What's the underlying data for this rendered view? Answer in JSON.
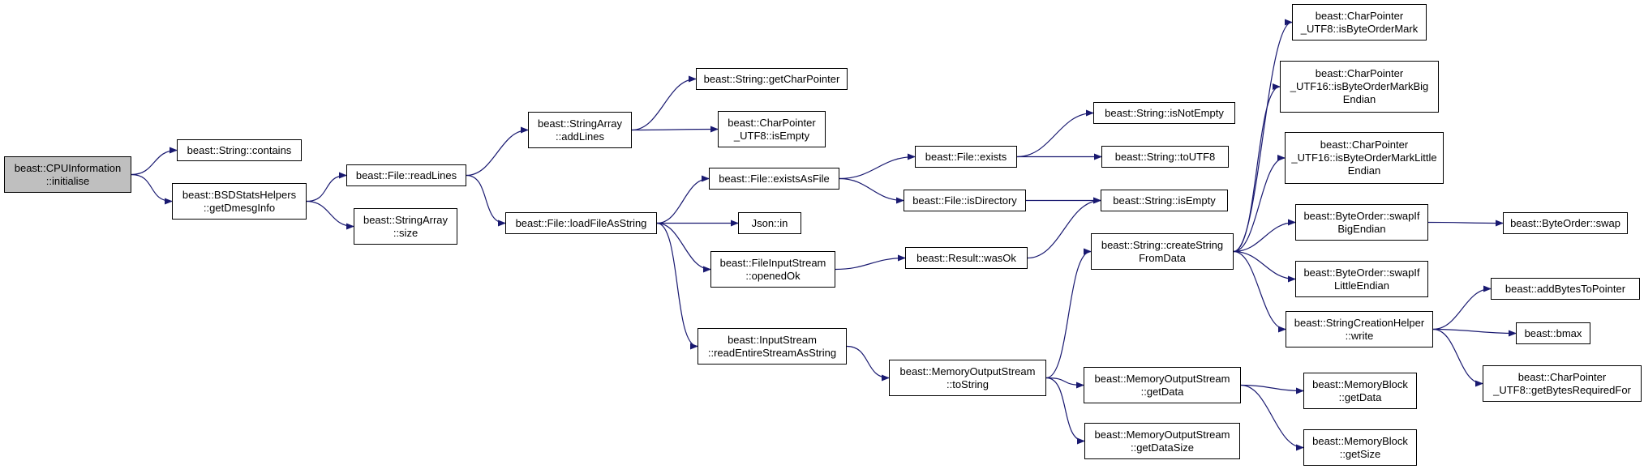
{
  "graph": {
    "colors": {
      "edge": "#191970",
      "node_border": "#000000",
      "node_fill": "#ffffff",
      "root_fill": "#bfbfbf"
    },
    "nodes": [
      {
        "id": "cpuinfo_initialise",
        "lines": [
          "beast::CPUInformation",
          "::initialise"
        ],
        "root": true
      },
      {
        "id": "string_contains",
        "lines": [
          "beast::String::contains"
        ]
      },
      {
        "id": "bsd_getdmesginfo",
        "lines": [
          "beast::BSDStatsHelpers",
          "::getDmesgInfo"
        ]
      },
      {
        "id": "file_readlines",
        "lines": [
          "beast::File::readLines"
        ]
      },
      {
        "id": "stringarray_size",
        "lines": [
          "beast::StringArray",
          "::size"
        ]
      },
      {
        "id": "stringarray_addlines",
        "lines": [
          "beast::StringArray",
          "::addLines"
        ]
      },
      {
        "id": "file_loadfileasstring",
        "lines": [
          "beast::File::loadFileAsString"
        ]
      },
      {
        "id": "string_getcharpointer",
        "lines": [
          "beast::String::getCharPointer"
        ]
      },
      {
        "id": "charpointer_utf8_isempty",
        "lines": [
          "beast::CharPointer",
          "_UTF8::isEmpty"
        ]
      },
      {
        "id": "file_existsasfile",
        "lines": [
          "beast::File::existsAsFile"
        ]
      },
      {
        "id": "json_in",
        "lines": [
          "Json::in"
        ]
      },
      {
        "id": "fileinputstream_openedok",
        "lines": [
          "beast::FileInputStream",
          "::openedOk"
        ]
      },
      {
        "id": "inputstream_readentirestreamasstring",
        "lines": [
          "beast::InputStream",
          "::readEntireStreamAsString"
        ]
      },
      {
        "id": "file_exists",
        "lines": [
          "beast::File::exists"
        ]
      },
      {
        "id": "file_isdirectory",
        "lines": [
          "beast::File::isDirectory"
        ]
      },
      {
        "id": "result_wasok",
        "lines": [
          "beast::Result::wasOk"
        ]
      },
      {
        "id": "memoryoutputstream_tostring",
        "lines": [
          "beast::MemoryOutputStream",
          "::toString"
        ]
      },
      {
        "id": "string_isnotempty",
        "lines": [
          "beast::String::isNotEmpty"
        ]
      },
      {
        "id": "string_toutf8",
        "lines": [
          "beast::String::toUTF8"
        ]
      },
      {
        "id": "string_isempty",
        "lines": [
          "beast::String::isEmpty"
        ]
      },
      {
        "id": "string_createstringfromdata",
        "lines": [
          "beast::String::createString",
          "FromData"
        ]
      },
      {
        "id": "memoryoutputstream_getdata",
        "lines": [
          "beast::MemoryOutputStream",
          "::getData"
        ]
      },
      {
        "id": "memoryoutputstream_getdatasize",
        "lines": [
          "beast::MemoryOutputStream",
          "::getDataSize"
        ]
      },
      {
        "id": "charpointer_utf8_isbyteordermark",
        "lines": [
          "beast::CharPointer",
          "_UTF8::isByteOrderMark"
        ]
      },
      {
        "id": "charpointer_utf16_isbyteordermarkbigendian",
        "lines": [
          "beast::CharPointer",
          "_UTF16::isByteOrderMarkBig",
          "Endian"
        ]
      },
      {
        "id": "charpointer_utf16_isbyteordermarklittleendian",
        "lines": [
          "beast::CharPointer",
          "_UTF16::isByteOrderMarkLittle",
          "Endian"
        ]
      },
      {
        "id": "byteorder_swapifbigendian",
        "lines": [
          "beast::ByteOrder::swapIf",
          "BigEndian"
        ]
      },
      {
        "id": "byteorder_swapiflittleendian",
        "lines": [
          "beast::ByteOrder::swapIf",
          "LittleEndian"
        ]
      },
      {
        "id": "stringcreationhelper_write",
        "lines": [
          "beast::StringCreationHelper",
          "::write"
        ]
      },
      {
        "id": "memoryblock_getdata",
        "lines": [
          "beast::MemoryBlock",
          "::getData"
        ]
      },
      {
        "id": "memoryblock_getsize",
        "lines": [
          "beast::MemoryBlock",
          "::getSize"
        ]
      },
      {
        "id": "byteorder_swap",
        "lines": [
          "beast::ByteOrder::swap"
        ]
      },
      {
        "id": "addbytestopointer",
        "lines": [
          "beast::addBytesToPointer"
        ]
      },
      {
        "id": "bmax",
        "lines": [
          "beast::bmax"
        ]
      },
      {
        "id": "charpointer_utf8_getbytesrequiredfor",
        "lines": [
          "beast::CharPointer",
          "_UTF8::getBytesRequiredFor"
        ]
      }
    ],
    "edges": [
      [
        "cpuinfo_initialise",
        "string_contains"
      ],
      [
        "cpuinfo_initialise",
        "bsd_getdmesginfo"
      ],
      [
        "bsd_getdmesginfo",
        "file_readlines"
      ],
      [
        "bsd_getdmesginfo",
        "stringarray_size"
      ],
      [
        "file_readlines",
        "stringarray_addlines"
      ],
      [
        "file_readlines",
        "file_loadfileasstring"
      ],
      [
        "stringarray_addlines",
        "string_getcharpointer"
      ],
      [
        "stringarray_addlines",
        "charpointer_utf8_isempty"
      ],
      [
        "file_loadfileasstring",
        "file_existsasfile"
      ],
      [
        "file_loadfileasstring",
        "json_in"
      ],
      [
        "file_loadfileasstring",
        "fileinputstream_openedok"
      ],
      [
        "file_loadfileasstring",
        "inputstream_readentirestreamasstring"
      ],
      [
        "file_existsasfile",
        "file_exists"
      ],
      [
        "file_existsasfile",
        "file_isdirectory"
      ],
      [
        "fileinputstream_openedok",
        "result_wasok"
      ],
      [
        "inputstream_readentirestreamasstring",
        "memoryoutputstream_tostring"
      ],
      [
        "file_exists",
        "string_isnotempty"
      ],
      [
        "file_exists",
        "string_toutf8"
      ],
      [
        "file_isdirectory",
        "string_isempty"
      ],
      [
        "result_wasok",
        "string_isempty"
      ],
      [
        "memoryoutputstream_tostring",
        "string_createstringfromdata"
      ],
      [
        "memoryoutputstream_tostring",
        "memoryoutputstream_getdata"
      ],
      [
        "memoryoutputstream_tostring",
        "memoryoutputstream_getdatasize"
      ],
      [
        "memoryoutputstream_getdata",
        "memoryblock_getdata"
      ],
      [
        "memoryoutputstream_getdata",
        "memoryblock_getsize"
      ],
      [
        "string_createstringfromdata",
        "charpointer_utf8_isbyteordermark"
      ],
      [
        "string_createstringfromdata",
        "charpointer_utf16_isbyteordermarkbigendian"
      ],
      [
        "string_createstringfromdata",
        "charpointer_utf16_isbyteordermarklittleendian"
      ],
      [
        "string_createstringfromdata",
        "byteorder_swapifbigendian"
      ],
      [
        "string_createstringfromdata",
        "byteorder_swapiflittleendian"
      ],
      [
        "string_createstringfromdata",
        "stringcreationhelper_write"
      ],
      [
        "byteorder_swapifbigendian",
        "byteorder_swap"
      ],
      [
        "stringcreationhelper_write",
        "addbytestopointer"
      ],
      [
        "stringcreationhelper_write",
        "bmax"
      ],
      [
        "stringcreationhelper_write",
        "charpointer_utf8_getbytesrequiredfor"
      ]
    ]
  }
}
